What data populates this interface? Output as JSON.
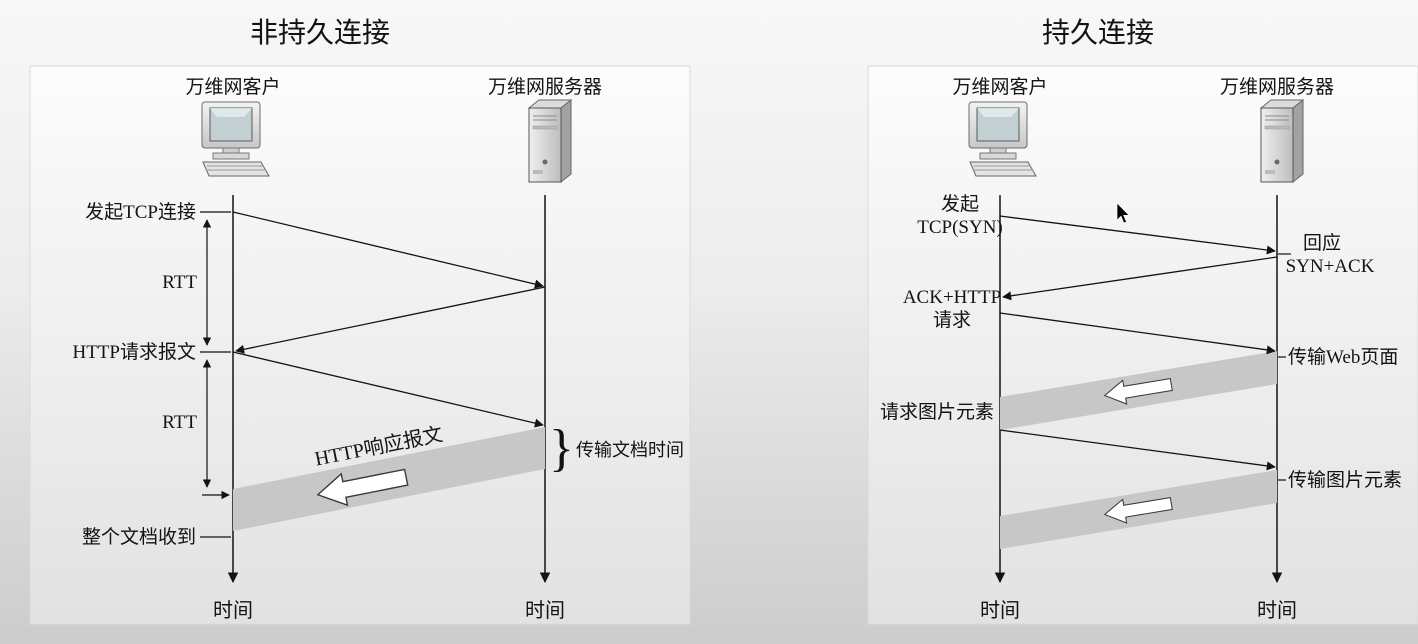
{
  "colors": {
    "band": "#c7c7c7",
    "line": "#131313",
    "panel-top": "#fcfcfc",
    "panel-bottom": "#e2e2e2",
    "text": "#131313"
  },
  "left_panel": {
    "title": "非持久连接",
    "client_label": "万维网客户",
    "server_label": "万维网服务器",
    "labels": {
      "start_tcp": "发起TCP连接",
      "rtt1": "RTT",
      "http_request": "HTTP请求报文",
      "rtt2": "RTT",
      "http_response": "HTTP响应报文",
      "brace": "}",
      "doc_transfer_time": "传输文档时间",
      "doc_received": "整个文档收到",
      "client_time": "时间",
      "server_time": "时间"
    }
  },
  "right_panel": {
    "title": "持久连接",
    "client_label": "万维网客户",
    "server_label": "万维网服务器",
    "labels": {
      "initiate_line1": "发起",
      "initiate_line2": "TCP(SYN)",
      "reply_line1": "回应",
      "reply_line2": "SYN+ACK",
      "ack_line1": "ACK+HTTP",
      "ack_line2": "请求",
      "web_page": "传输Web页面",
      "request_image": "请求图片元素",
      "transfer_image": "传输图片元素",
      "client_time": "时间",
      "server_time": "时间"
    }
  }
}
